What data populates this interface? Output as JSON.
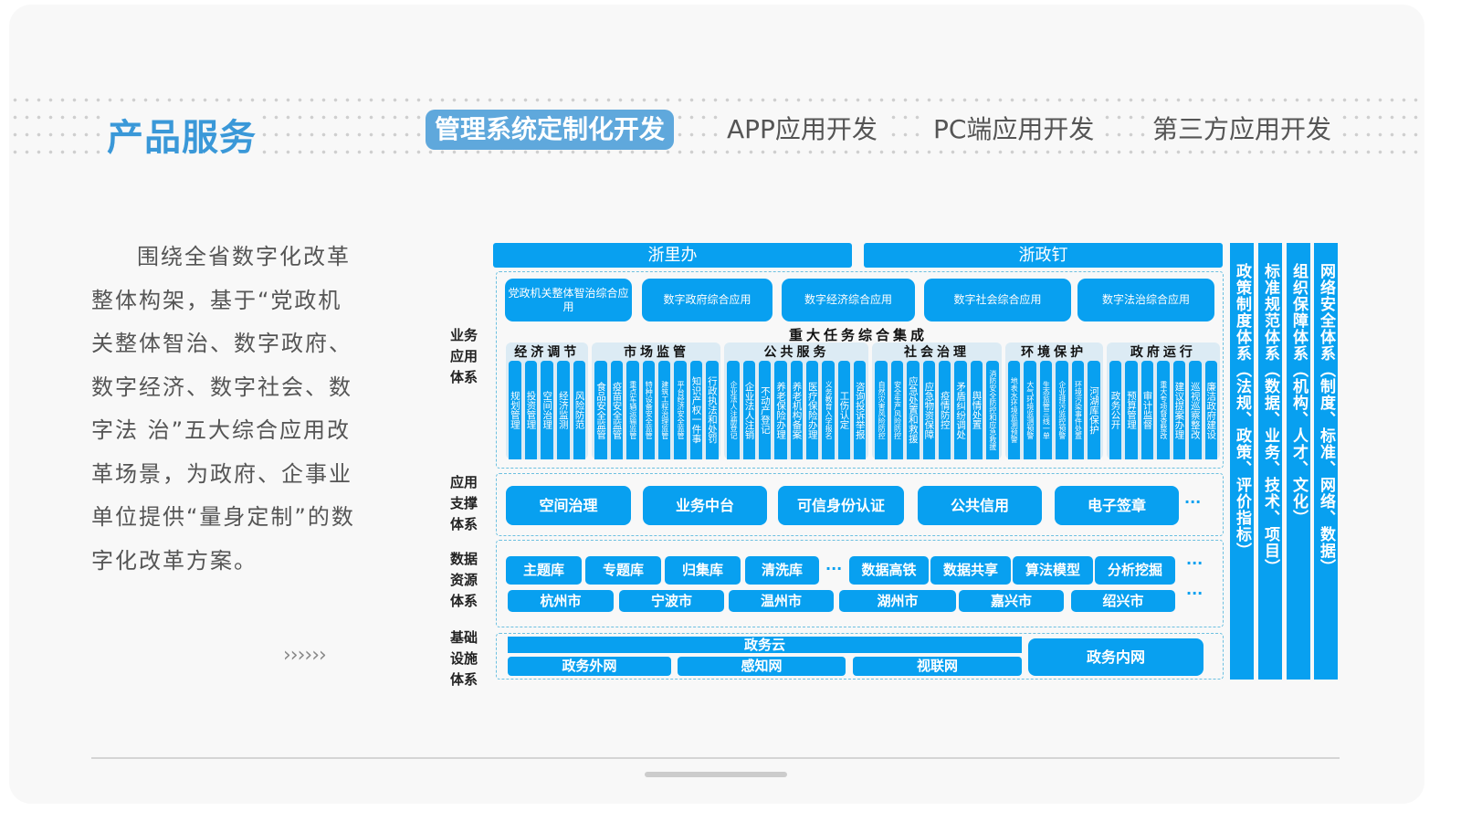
{
  "header": {
    "title": "产品服务",
    "tabs": [
      {
        "label": "管理系统定制化开发",
        "active": true
      },
      {
        "label": "APP应用开发",
        "active": false
      },
      {
        "label": "PC端应用开发",
        "active": false
      },
      {
        "label": "第三方应用开发",
        "active": false
      }
    ]
  },
  "intro": "围绕全省数字化改革整体构架，基于“党政机关整体智治、数字政府、数字经济、数字社会、数字法 治”五大综合应用改革场景，为政府、企事业单位提供“量身定制”的数字化改革方案。",
  "more_chevrons": "››››››",
  "diagram": {
    "layer_labels": [
      "业务应用体系",
      "应用支撑体系",
      "数据资源体系",
      "基础设施体系"
    ],
    "top": [
      "浙里办",
      "浙政钉"
    ],
    "apps": [
      "党政机关整体智治综合应用",
      "数字政府综合应用",
      "数字经济综合应用",
      "数字社会综合应用",
      "数字法治综合应用"
    ],
    "integration_title": "重大任务综合集成",
    "groups": [
      {
        "title": "经济调节",
        "items": [
          "规划管理",
          "投资管理",
          "空间治理",
          "经济监测",
          "风险防范"
        ]
      },
      {
        "title": "市场监管",
        "items": [
          "食品安全监管",
          "疫苗安全监管",
          "重点车辆运输监管",
          "特种设备安全监管",
          "建筑工程治理监管",
          "平台经济安全监管",
          "知识产权一件事",
          "行政执法和处罚"
        ]
      },
      {
        "title": "公共服务",
        "items": [
          "企业法人注册登记",
          "企业法人注销",
          "不动产登记",
          "养老保险办理",
          "养老机构备案",
          "医疗保险办理",
          "义务教育入学报名",
          "工伤认定",
          "咨询投诉举报"
        ]
      },
      {
        "title": "社会治理",
        "items": [
          "自然灾害风险防控",
          "安全生产风险防控",
          "应急处置和救援",
          "应急物资保障",
          "疫情防控",
          "矛盾纠纷调处",
          "舆情处置",
          "消防安全防控和应急救援"
        ]
      },
      {
        "title": "环境保护",
        "items": [
          "地表水环境监测预警",
          "大气环境监测预警",
          "生态监管三线一单",
          "企业排污监控预警",
          "环境污染事件处置",
          "河湖库保护"
        ]
      },
      {
        "title": "政府运行",
        "items": [
          "政务公开",
          "预算管理",
          "审计监督",
          "重大专项督查整改",
          "建议提案办理",
          "巡视巡察整改",
          "廉洁政府建设"
        ]
      }
    ],
    "support": [
      "空间治理",
      "业务中台",
      "可信身份认证",
      "公共信用",
      "电子签章"
    ],
    "data_row1a": [
      "主题库",
      "专题库",
      "归集库",
      "清洗库"
    ],
    "data_row1b": [
      "数据高铁",
      "数据共享",
      "算法模型",
      "分析挖掘"
    ],
    "data_row2": [
      "杭州市",
      "宁波市",
      "温州市",
      "湖州市",
      "嘉兴市",
      "绍兴市"
    ],
    "ellipsis": "···",
    "infra": {
      "cloud": "政务云",
      "nets": [
        "政务外网",
        "感知网",
        "视联网"
      ],
      "intranet": "政务内网"
    },
    "pillars": [
      "政策制度体系（法规、政策、评价指标）",
      "标准规范体系（数据、业务、技术、项目）",
      "组织保障体系（机构、人才、文化）",
      "网络安全体系（制度、标准、网络、数据）"
    ]
  }
}
